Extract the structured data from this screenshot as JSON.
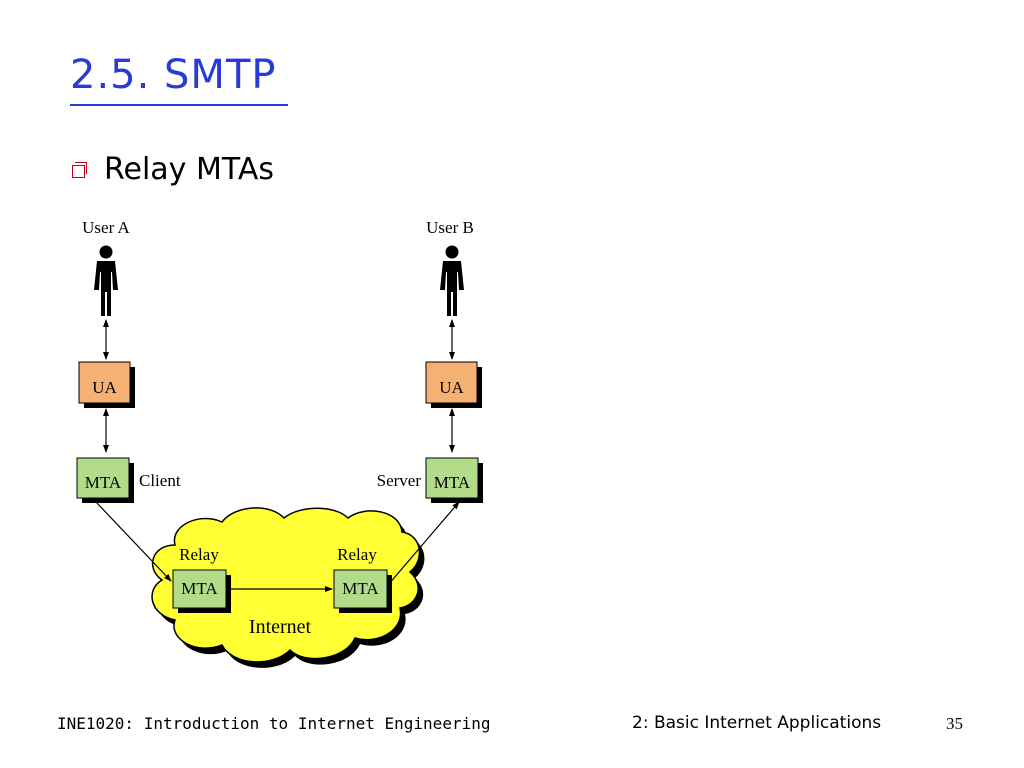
{
  "slide": {
    "title": "2.5. SMTP",
    "bullet": "Relay MTAs"
  },
  "diagram": {
    "user_a": "User A",
    "user_b": "User B",
    "ua_left": "UA",
    "ua_right": "UA",
    "mta_client": "MTA",
    "client_label": "Client",
    "mta_server": "MTA",
    "server_label": "Server",
    "relay_left_label": "Relay",
    "relay_left_mta": "MTA",
    "relay_right_label": "Relay",
    "relay_right_mta": "MTA",
    "internet_label": "Internet",
    "colors": {
      "ua_fill": "#f5b073",
      "mta_fill": "#b3dc8a",
      "cloud_fill": "#ffff33",
      "title_color": "#2a3ad8",
      "bullet_color": "#c0001a"
    }
  },
  "footer": {
    "course": "INE1020: Introduction to Internet Engineering",
    "chapter": "2: Basic Internet Applications",
    "page": "35"
  }
}
